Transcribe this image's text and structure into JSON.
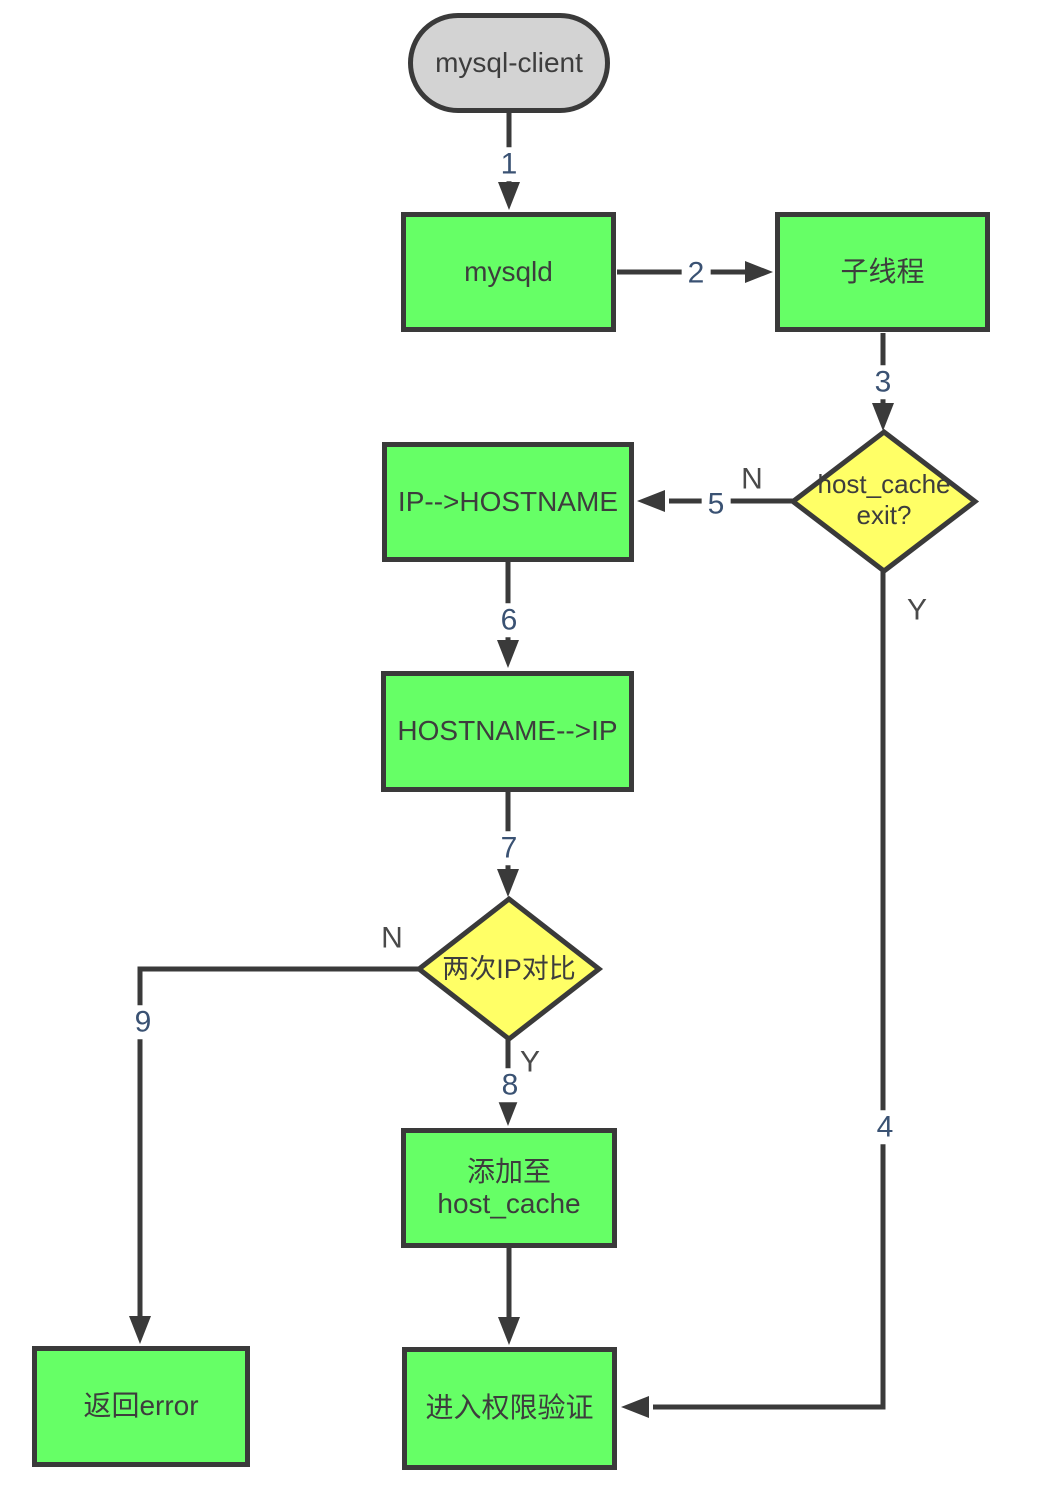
{
  "colors": {
    "canvas_bg": "#ffffff",
    "process_fill": "#66ff66",
    "decision_fill": "#ffff66",
    "terminator_fill": "#d3d3d3",
    "stroke": "#3a3a3a",
    "node_text": "#3d3d3d",
    "step_label_color": "#3a5273",
    "branch_label_color": "#4a4a4a"
  },
  "nodes": {
    "start": {
      "shape": "terminator",
      "label": "mysql-client"
    },
    "mysqld": {
      "shape": "process",
      "label": "mysqld"
    },
    "child_thread": {
      "shape": "process",
      "label": "子线程"
    },
    "host_cache_exit": {
      "shape": "decision",
      "line1": "host_cache",
      "line2": "exit?"
    },
    "ip_to_hostname": {
      "shape": "process",
      "label": "IP-->HOSTNAME"
    },
    "hostname_to_ip": {
      "shape": "process",
      "label": "HOSTNAME-->IP"
    },
    "ip_compare": {
      "shape": "decision",
      "label": "两次IP对比"
    },
    "add_to_host_cache": {
      "shape": "process",
      "line1": "添加至",
      "line2": "host_cache"
    },
    "return_error": {
      "shape": "process",
      "label": "返回error"
    },
    "privilege_check": {
      "shape": "process",
      "label": "进入权限验证"
    }
  },
  "edge_labels": {
    "step1": "1",
    "step2": "2",
    "step3": "3",
    "step4": "4",
    "step5": "5",
    "step6": "6",
    "step7": "7",
    "step8": "8",
    "step9": "9",
    "host_cache_no": "N",
    "host_cache_yes": "Y",
    "ip_compare_no": "N",
    "ip_compare_yes": "Y"
  }
}
